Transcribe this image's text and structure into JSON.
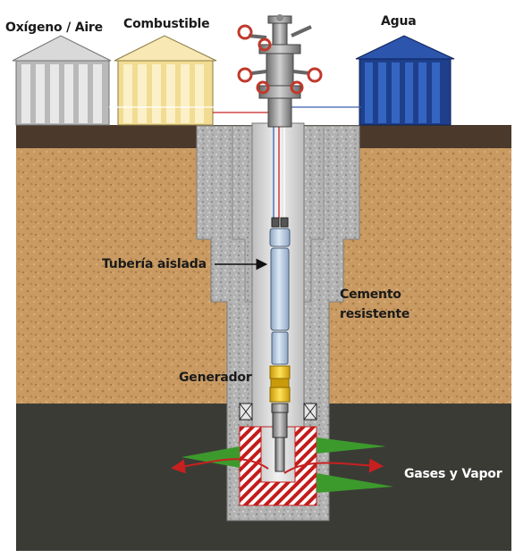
{
  "labels": {
    "oxygen_air": "Oxígeno / Aire",
    "fuel": "Combustible",
    "water": "Agua",
    "insulated_tubing": "Tubería aislada",
    "cement_line1": "Cemento",
    "cement_line2": "resistente",
    "generator": "Generador",
    "gases_steam": "Gases y Vapor"
  },
  "colors": {
    "tank_oxygen": "#b9b9b9",
    "tank_fuel": "#f1dc92",
    "tank_water": "#1e3f8c",
    "soil": "#c99a62",
    "deep_ground": "#3b3b36",
    "surface": "#4b3a2c",
    "cement": "#a9a9a9",
    "hot_zone": "#c41b1b",
    "flow_arrow": "#c82020",
    "green_plume": "#3c9a2c",
    "generator": "#f2c21a"
  },
  "icons": [
    "wellhead-valve-icon",
    "packer-icon",
    "arrow-icon"
  ]
}
